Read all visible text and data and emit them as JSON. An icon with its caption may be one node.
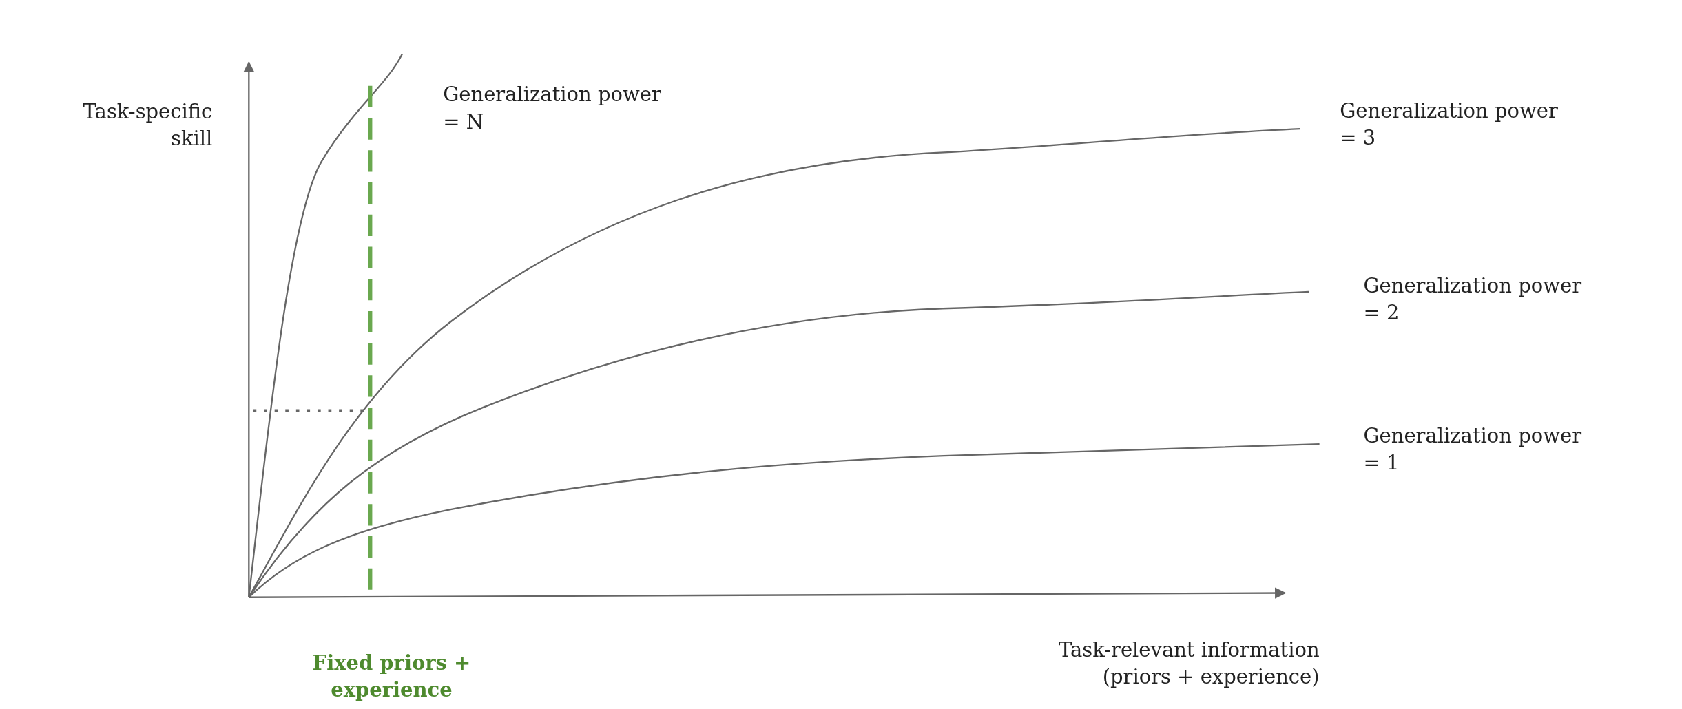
{
  "diagram": {
    "labels": [
      "Task-specific skill",
      "Generalization power = N",
      "Generalization power = 3",
      "Generalization power = 2",
      "Generalization power = 1",
      "Fixed priors + experience",
      "Task-relevant information (priors + experience)"
    ]
  }
}
